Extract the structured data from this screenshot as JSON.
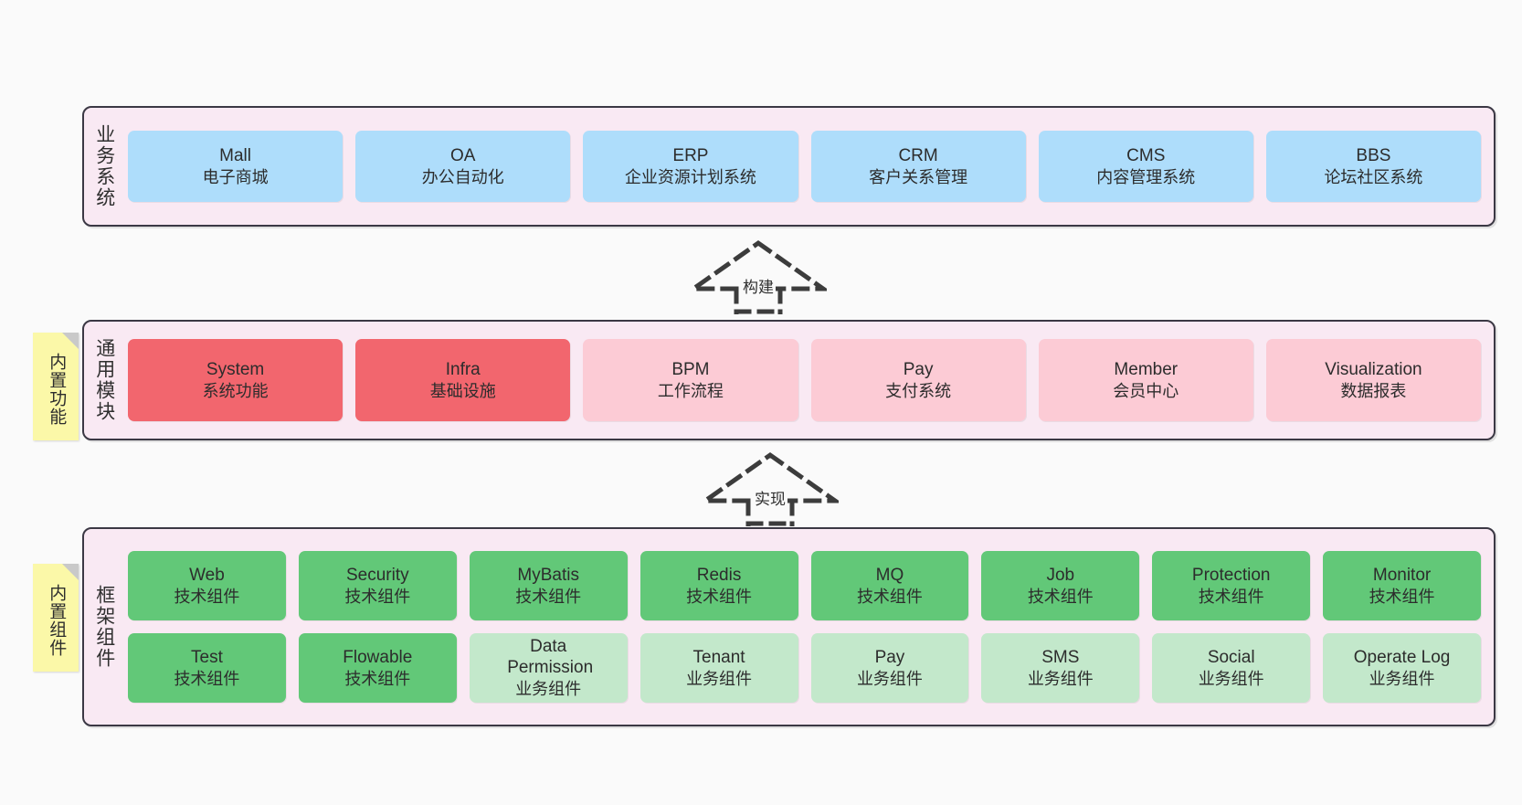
{
  "diagram": {
    "title": "",
    "colors": {
      "canvas": "#fafafa",
      "layer_fill": "#f9e9f3",
      "layer_border": "#3b3844",
      "business": "#aeddfb",
      "module_strong": "#f2666e",
      "module_soft": "#fccbd5",
      "tech_component": "#62c878",
      "biz_component": "#c3e8cb",
      "sticky": "#fbf8a8",
      "arrow": "#3c3c3c"
    }
  },
  "layers": [
    {
      "id": "business-systems",
      "label": "业务系统",
      "sticky": null,
      "rows": [
        {
          "items": [
            {
              "name": "Mall",
              "desc": "电子商城"
            },
            {
              "name": "OA",
              "desc": "办公自动化"
            },
            {
              "name": "ERP",
              "desc": "企业资源计划系统"
            },
            {
              "name": "CRM",
              "desc": "客户关系管理"
            },
            {
              "name": "CMS",
              "desc": "内容管理系统"
            },
            {
              "name": "BBS",
              "desc": "论坛社区系统"
            }
          ]
        }
      ]
    },
    {
      "id": "common-modules",
      "label": "通用模块",
      "sticky": "内置功能",
      "rows": [
        {
          "items": [
            {
              "name": "System",
              "desc": "系统功能",
              "style": "strong"
            },
            {
              "name": "Infra",
              "desc": "基础设施",
              "style": "strong"
            },
            {
              "name": "BPM",
              "desc": "工作流程",
              "style": "soft"
            },
            {
              "name": "Pay",
              "desc": "支付系统",
              "style": "soft"
            },
            {
              "name": "Member",
              "desc": "会员中心",
              "style": "soft"
            },
            {
              "name": "Visualization",
              "desc": "数据报表",
              "style": "soft"
            }
          ]
        }
      ]
    },
    {
      "id": "framework-components",
      "label": "框架组件",
      "sticky": "内置组件",
      "rows": [
        {
          "items": [
            {
              "name": "Web",
              "desc": "技术组件"
            },
            {
              "name": "Security",
              "desc": "技术组件"
            },
            {
              "name": "MyBatis",
              "desc": "技术组件"
            },
            {
              "name": "Redis",
              "desc": "技术组件"
            },
            {
              "name": "MQ",
              "desc": "技术组件"
            },
            {
              "name": "Job",
              "desc": "技术组件"
            },
            {
              "name": "Protection",
              "desc": "技术组件"
            },
            {
              "name": "Monitor",
              "desc": "技术组件"
            }
          ]
        },
        {
          "items": [
            {
              "name": "Test",
              "desc": "技术组件",
              "style": "tech"
            },
            {
              "name": "Flowable",
              "desc": "技术组件",
              "style": "tech"
            },
            {
              "name": "Data Permission",
              "desc": "业务组件",
              "style": "bizcmp"
            },
            {
              "name": "Tenant",
              "desc": "业务组件",
              "style": "bizcmp"
            },
            {
              "name": "Pay",
              "desc": "业务组件",
              "style": "bizcmp"
            },
            {
              "name": "SMS",
              "desc": "业务组件",
              "style": "bizcmp"
            },
            {
              "name": "Social",
              "desc": "业务组件",
              "style": "bizcmp"
            },
            {
              "name": "Operate Log",
              "desc": "业务组件",
              "style": "bizcmp"
            }
          ]
        }
      ]
    }
  ],
  "connectors": [
    {
      "id": "build",
      "label": "构建",
      "from": "common-modules",
      "to": "business-systems"
    },
    {
      "id": "implement",
      "label": "实现",
      "from": "framework-components",
      "to": "common-modules"
    }
  ]
}
